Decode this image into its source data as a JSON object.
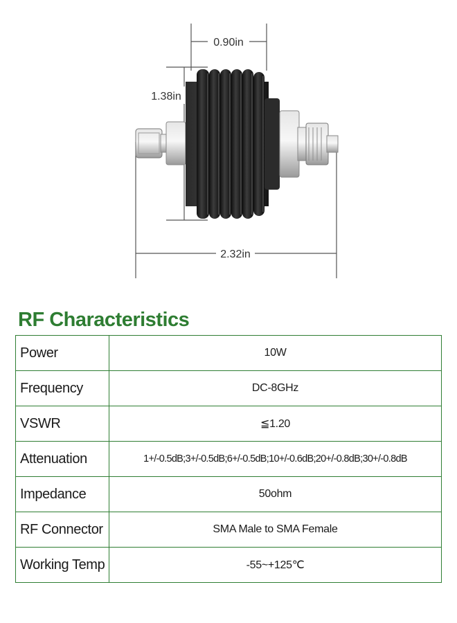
{
  "colors": {
    "accent_green": "#2e7d32",
    "table_border": "#2e7d32",
    "heat_sink": "#1f1f1f",
    "metal": "#c8c8c8"
  },
  "figure": {
    "dimensions": {
      "width_top": "0.90in",
      "height_left": "1.38in",
      "length_bottom": "2.32in"
    }
  },
  "section": {
    "title": "RF Characteristics"
  },
  "specs": [
    {
      "label": "Power",
      "value": "10W"
    },
    {
      "label": "Frequency",
      "value": "DC-8GHz"
    },
    {
      "label": "VSWR",
      "value": "≦1.20"
    },
    {
      "label": "Attenuation",
      "value": "1+/-0.5dB;3+/-0.5dB;6+/-0.5dB;10+/-0.6dB;20+/-0.8dB;30+/-0.8dB"
    },
    {
      "label": "Impedance",
      "value": "50ohm"
    },
    {
      "label": "RF Connector",
      "value": "SMA Male to SMA Female"
    },
    {
      "label": "Working Temp",
      "value": "-55~+125℃"
    }
  ]
}
